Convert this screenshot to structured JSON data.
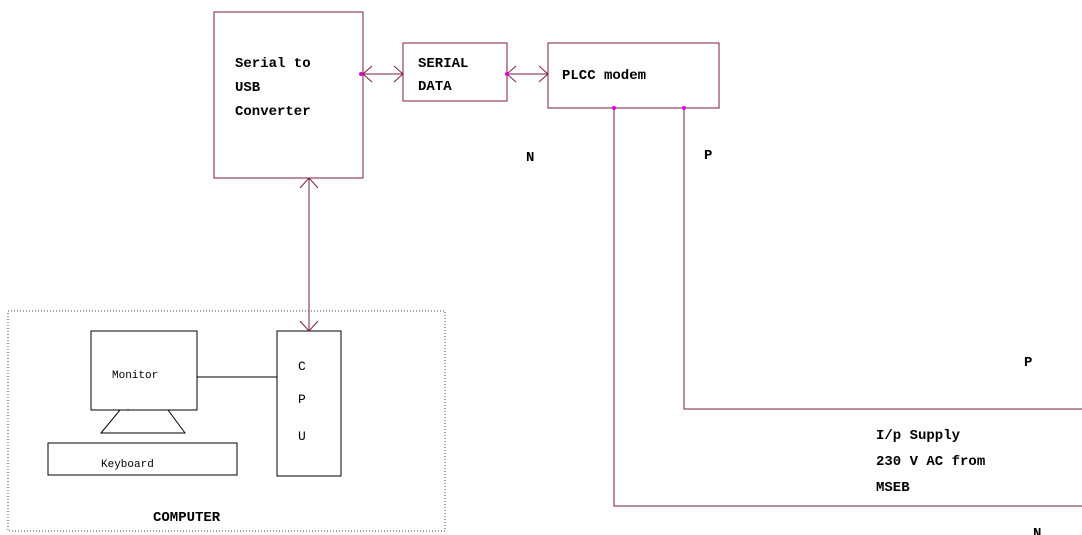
{
  "diagram": {
    "blocks": {
      "serial_usb": [
        "Serial to",
        "USB",
        "Converter"
      ],
      "serial_data": [
        "SERIAL",
        "DATA"
      ],
      "plcc_modem": "PLCC modem",
      "monitor": "Monitor",
      "keyboard": "Keyboard",
      "cpu": [
        "C",
        "P",
        "U"
      ],
      "computer": "COMPUTER"
    },
    "labels": {
      "n_top": "N",
      "p_top": "P",
      "p_right": "P",
      "n_bottom": "N",
      "supply": [
        "I/p Supply",
        "230 V AC from",
        "MSEB"
      ]
    },
    "colors": {
      "line": "#7a1f3d",
      "dot": "#e000e0",
      "text": "#000000"
    }
  }
}
